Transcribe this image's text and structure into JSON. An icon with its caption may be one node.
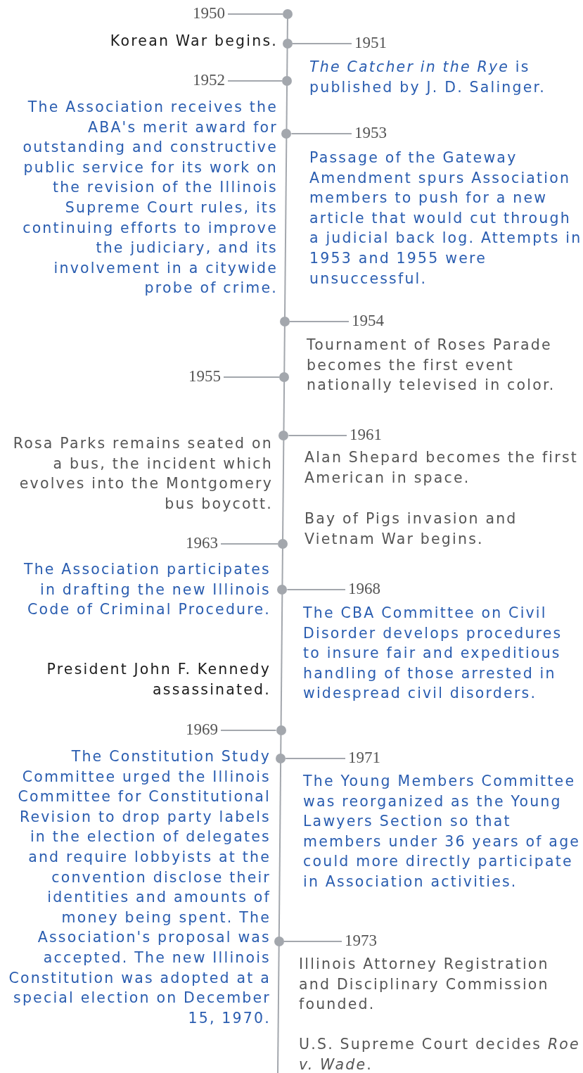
{
  "diagram": {
    "nodes": [
      {
        "text": [
          "1950"
        ]
      },
      {
        "text": [],
        "shape": "circle"
      },
      {
        "text": [
          "1951"
        ]
      },
      {
        "text": [],
        "shape": "circle"
      },
      {
        "text": [
          "1952"
        ]
      },
      {
        "text": [],
        "shape": "circle"
      },
      {
        "text": [
          "1953"
        ]
      },
      {
        "text": [],
        "shape": "circle"
      },
      {
        "text": [
          "1954"
        ]
      },
      {
        "text": [],
        "shape": "circle"
      },
      {
        "text": [
          "1955"
        ]
      },
      {
        "text": [],
        "shape": "circle"
      },
      {
        "text": [
          "1961"
        ]
      },
      {
        "text": [],
        "shape": "circle"
      },
      {
        "text": [
          "1963"
        ]
      },
      {
        "text": [],
        "shape": "circle"
      },
      {
        "text": [
          "1968"
        ]
      },
      {
        "text": [],
        "shape": "circle"
      },
      {
        "text": [
          "1969"
        ]
      },
      {
        "text": [],
        "shape": "circle"
      },
      {
        "text": [
          "1971"
        ]
      },
      {
        "text": [],
        "shape": "circle"
      },
      {
        "text": [
          "1973"
        ]
      },
      {
        "text": [],
        "shape": "circle"
      }
    ],
    "edges": [
      {
        "from": 0,
        "to": 1,
        "arrow": "none"
      },
      {
        "from": 2,
        "to": 3,
        "arrow": "none"
      },
      {
        "from": 4,
        "to": 5,
        "arrow": "none"
      },
      {
        "from": 6,
        "to": 7,
        "arrow": "none"
      },
      {
        "from": 8,
        "to": 9,
        "arrow": "none"
      },
      {
        "from": 10,
        "to": 11,
        "arrow": "none"
      },
      {
        "from": 12,
        "to": 13,
        "arrow": "none"
      },
      {
        "from": 14,
        "to": 15,
        "arrow": "none"
      },
      {
        "from": 16,
        "to": 17,
        "arrow": "none"
      },
      {
        "from": 18,
        "to": 19,
        "arrow": "none"
      },
      {
        "from": 20,
        "to": 21,
        "arrow": "none"
      },
      {
        "from": 22,
        "to": 23,
        "arrow": "none"
      }
    ],
    "labels": [
      "Korean War begins.",
      "*The Catcher in the Rye* is published by J. D. Salinger.",
      "The Association receives the ABA's merit award for outstanding and constructive public service for its work on the revision of the Illinois Supreme Court rules, its continuing efforts to improve the judiciary, and its involvement in a citywide probe of crime.",
      "Passage of the Gateway Amendment spurs Association members to push for a new article that would cut through a judicial back log. Attempts in 1953 and 1955 were unsuccessful.",
      "Tournament of Roses Parade becomes the first event nationally televised in color.",
      "Rosa Parks remains seated on a bus, the incident which evolves into the Montgomery bus boycott.",
      "Alan Shepard becomes the first American in space.",
      "Bay of Pigs invasion and Vietnam War begins.",
      "The Association participates in drafting the new Illinois Code of Criminal Procedure.",
      "The CBA Committee on Civil Disorder develops procedures to insure fair and expeditious handling of those arrested in widespread civil disorders.",
      "President John F. Kennedy assassinated.",
      "The Constitution Study Committee urged the Illinois Committee for Constitutional Revision to drop party labels in the election of delegates and require lobbyists at the convention disclose their identities and amounts of money being spent. The Association's proposal was accepted. The new Illinois Constitution was adopted at a special election on December 15, 1970.",
      "The Young Members Committee was reorganized as the Young Lawyers Section so that members under 36 years of age could more directly participate in Association activities.",
      "Illinois Attorney Registration and Disciplinary Commission founded.",
      "U.S. Supreme Court decides *Roe v. Wade*."
    ]
  }
}
